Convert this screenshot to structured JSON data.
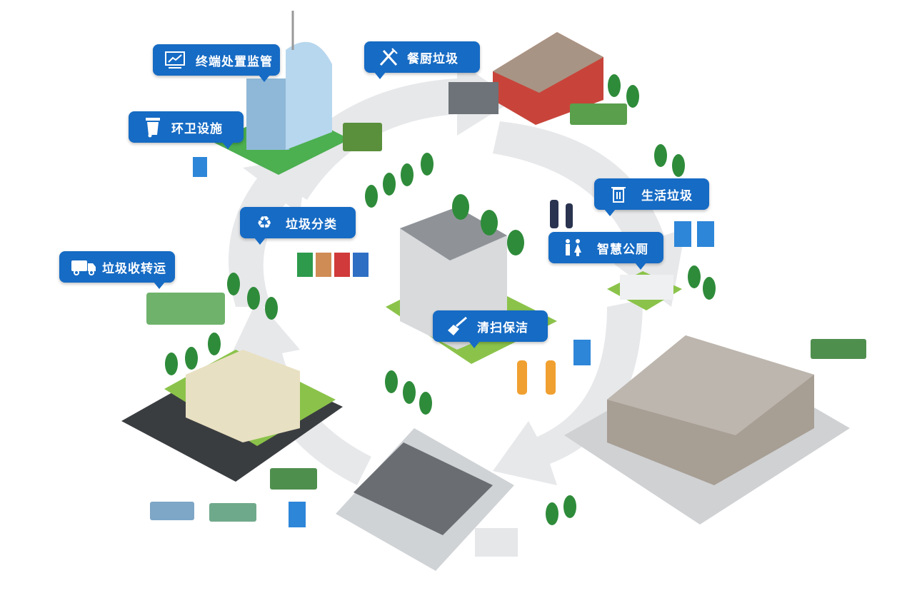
{
  "colors": {
    "accent": "#166bc4",
    "arrow": "#e6e7e9"
  },
  "callouts": [
    {
      "id": "terminal-disposal",
      "label": "终端处置监管",
      "icon": "chart-monitor-icon"
    },
    {
      "id": "kitchen-waste",
      "label": "餐厨垃圾",
      "icon": "fork-knife-icon"
    },
    {
      "id": "sanitation-facilities",
      "label": "环卫设施",
      "icon": "wheelie-bin-icon"
    },
    {
      "id": "household-waste",
      "label": "生活垃圾",
      "icon": "trash-can-icon"
    },
    {
      "id": "waste-sorting",
      "label": "垃圾分类",
      "icon": "recycle-icon"
    },
    {
      "id": "smart-toilet",
      "label": "智慧公厕",
      "icon": "restroom-icon"
    },
    {
      "id": "waste-transport",
      "label": "垃圾收转运",
      "icon": "truck-icon"
    },
    {
      "id": "street-cleaning",
      "label": "清扫保洁",
      "icon": "broom-icon"
    }
  ]
}
